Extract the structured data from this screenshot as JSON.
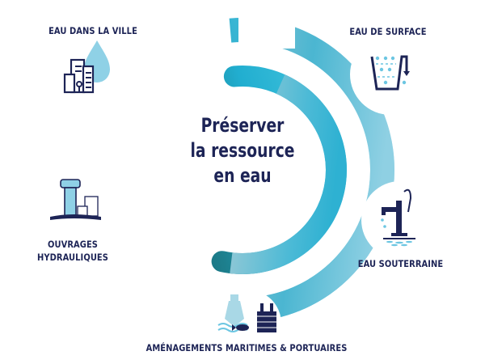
{
  "center": {
    "lines": [
      "Préserver",
      "la ressource",
      "en eau"
    ]
  },
  "nodes": [
    {
      "id": "eau-dans-la-ville",
      "label": "EAU DANS LA VILLE",
      "icon": "city-water-drop-icon"
    },
    {
      "id": "eau-de-surface",
      "label": "EAU DE SURFACE",
      "icon": "surface-water-basin-icon"
    },
    {
      "id": "eau-souterraine",
      "label": "EAU SOUTERRAINE",
      "icon": "water-pump-icon"
    },
    {
      "id": "amenagements",
      "label": "AMÉNAGEMENTS MARITIMES & PORTUAIRES",
      "icon": "ship-pier-fish-icon"
    },
    {
      "id": "ouvrages",
      "label_lines": [
        "OUVRAGES",
        "HYDRAULIQUES"
      ],
      "icon": "water-tower-icon"
    }
  ],
  "colors": {
    "text": "#1d2456",
    "ring_dark_teal": "#1f6f7a",
    "ring_cyan": "#27b4d4",
    "ring_light": "#a9d8e6",
    "icon_dark": "#1d2456",
    "icon_light_blue": "#6cc6e2"
  }
}
